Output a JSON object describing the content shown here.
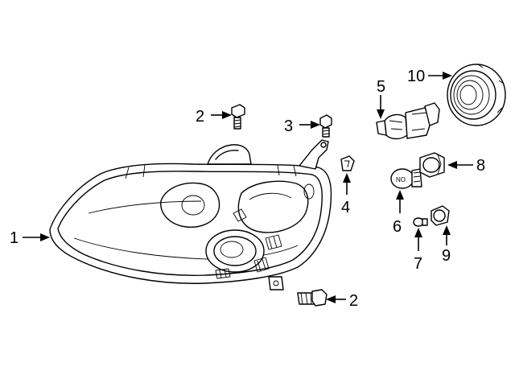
{
  "callouts": [
    {
      "id": "c1",
      "label": "1"
    },
    {
      "id": "c2a",
      "label": "2"
    },
    {
      "id": "c2b",
      "label": "2"
    },
    {
      "id": "c3",
      "label": "3"
    },
    {
      "id": "c4",
      "label": "4"
    },
    {
      "id": "c5",
      "label": "5"
    },
    {
      "id": "c6",
      "label": "6"
    },
    {
      "id": "c7",
      "label": "7"
    },
    {
      "id": "c8",
      "label": "8"
    },
    {
      "id": "c9",
      "label": "9"
    },
    {
      "id": "c10",
      "label": "10"
    }
  ],
  "bulb_marking": "NO"
}
